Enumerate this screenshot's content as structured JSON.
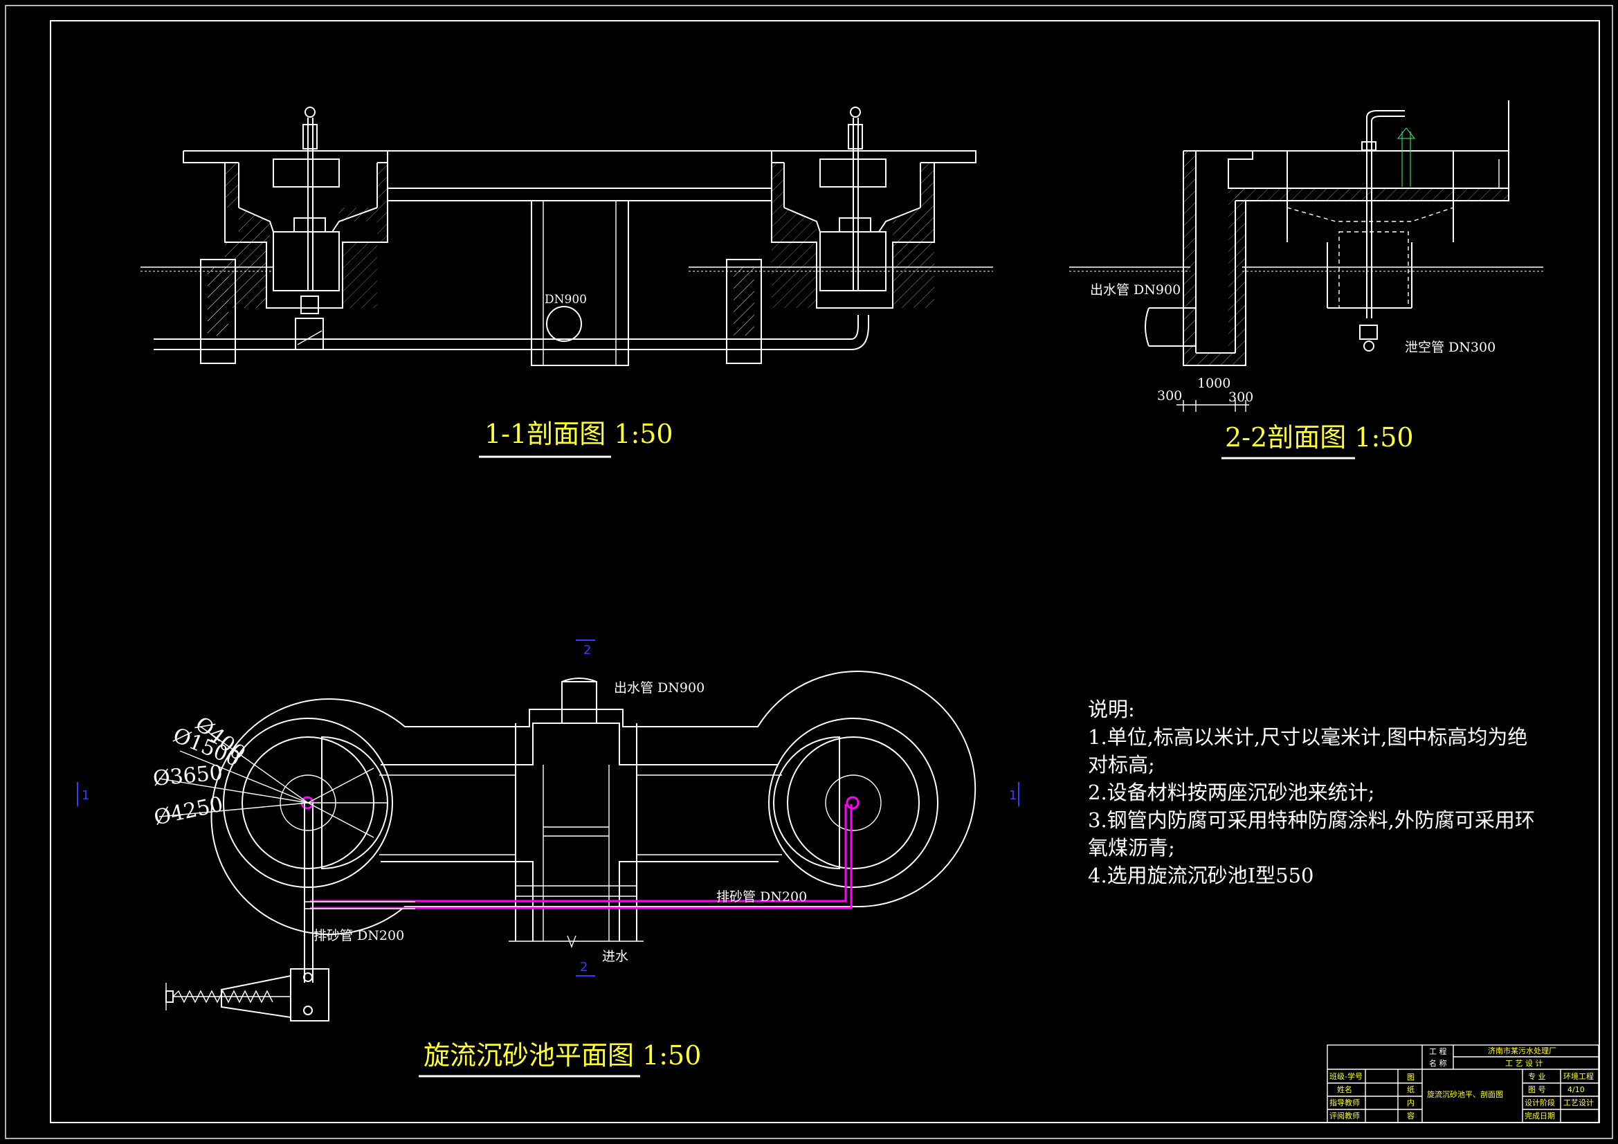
{
  "section_11": {
    "label_dn900": "DN900",
    "title": "1-1剖面图 1:50"
  },
  "section_22": {
    "label_outlet": "出水管 DN900",
    "label_drain": "泄空管 DN300",
    "dim_left": "300",
    "dim_mid": "1000",
    "dim_right": "300",
    "title": "2-2剖面图 1:50"
  },
  "plan": {
    "label_outlet": "出水管 DN900",
    "label_sand_left": "排砂管 DN200",
    "label_sand_right": "排砂管 DN200",
    "label_inlet": "进水",
    "dia_400": "Ø400",
    "dia_1500": "Ø1500",
    "dia_3650": "Ø3650",
    "dia_4250": "Ø4250",
    "marker_1_left": "1",
    "marker_1_right": "1",
    "marker_2_top": "2",
    "marker_2_bottom": "2",
    "title": "旋流沉砂池平面图 1:50"
  },
  "notes": {
    "heading": "说明:",
    "line1": "1.单位,标高以米计,尺寸以毫米计,图中标高均为绝",
    "line1b": "对标高;",
    "line2": "2.设备材料按两座沉砂池来统计;",
    "line3": "3.钢管内防腐可采用特种防腐涂料,外防腐可采用环",
    "line3b": "氧煤沥青;",
    "line4": "4.选用旋流沉砂池Ⅰ型550"
  },
  "title_block": {
    "project_label_1": "工 程",
    "project_label_2": "名 称",
    "project_name": "济南市某污水处理厂",
    "project_sub": "工 艺 设 计",
    "class_label": "班级-学号",
    "name_label": "姓名",
    "advisor_label": "指导教师",
    "reviewer_label": "评阅教师",
    "content_label_chars": [
      "图",
      "纸",
      "内",
      "容"
    ],
    "drawing_name": "旋流沉砂池平、剖面图",
    "major_label": "专 业",
    "major_value": "环境工程",
    "drawing_no_label": "图 号",
    "drawing_no_value": "4/10",
    "stage_label": "设计阶段",
    "stage_value": "工艺设计",
    "date_label": "完成日期",
    "date_value": ""
  },
  "colors": {
    "background": "#000000",
    "lines": "#ffffff",
    "titles": "#ffff33",
    "sand_pipe": "#ff00ff",
    "section_markers": "#3a3aff"
  }
}
